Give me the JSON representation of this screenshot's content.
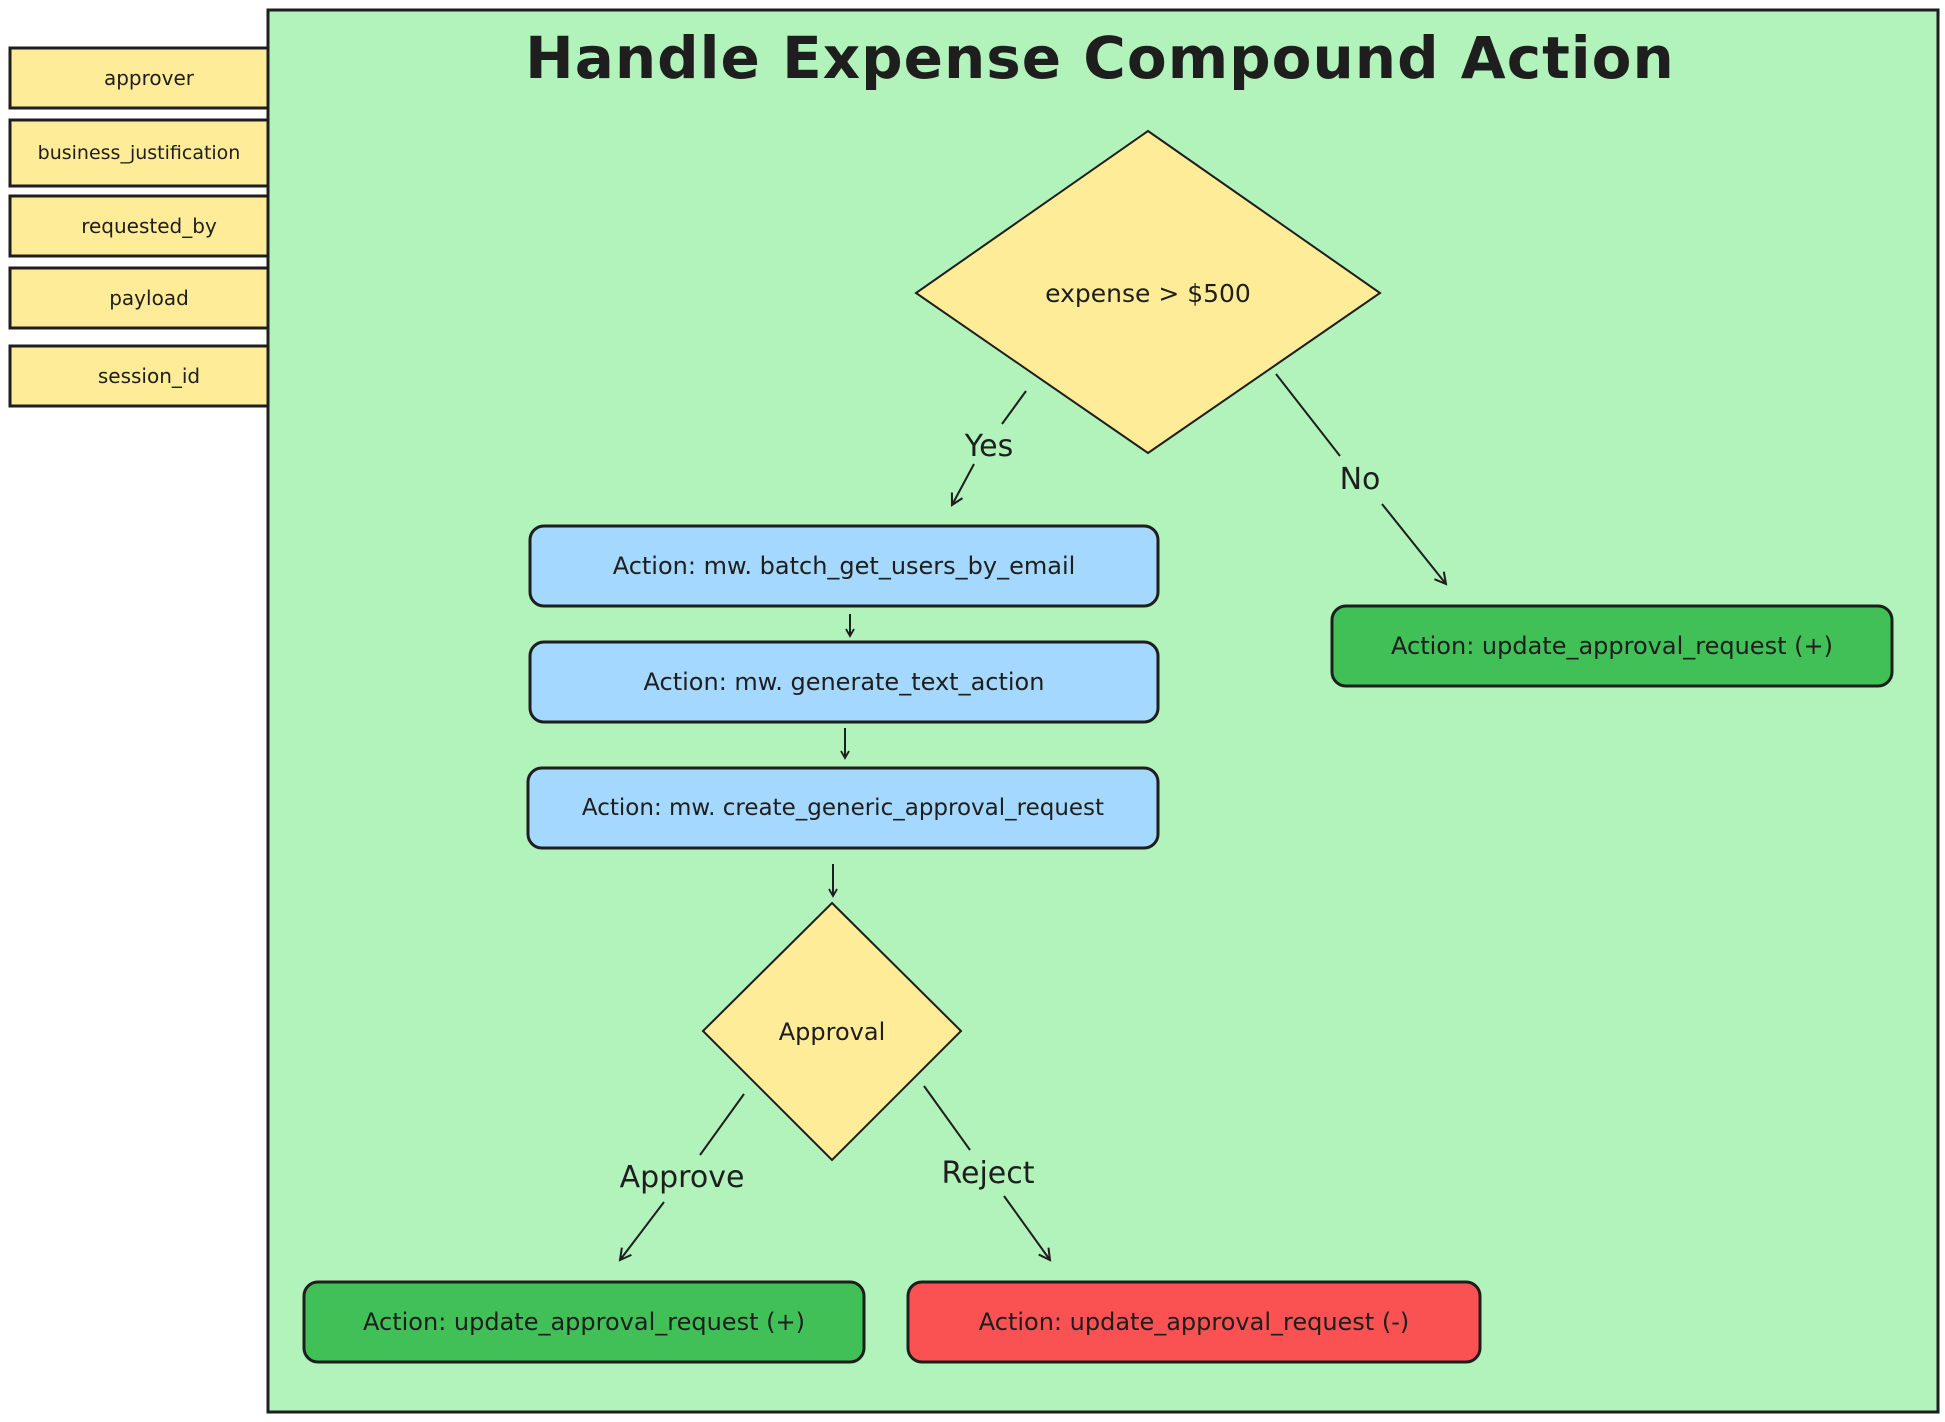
{
  "parameters": [
    "approver",
    "business_justification",
    "requested_by",
    "payload",
    "session_id"
  ],
  "title": "Handle Expense Compound Action",
  "decisions": {
    "expense": "expense > $500",
    "approval": "Approval"
  },
  "actions": {
    "batch_get_users": "Action: mw. batch_get_users_by_email",
    "generate_text": "Action: mw. generate_text_action",
    "create_approval": "Action: mw. create_generic_approval_request",
    "update_no": "Action: update_approval_request (+)",
    "update_approve": "Action: update_approval_request (+)",
    "update_reject": "Action: update_approval_request (-)"
  },
  "edges": {
    "yes": "Yes",
    "no": "No",
    "approve": "Approve",
    "reject": "Reject"
  },
  "colors": {
    "container": "#b2f2bb",
    "parameter": "#ffec99",
    "decision": "#ffec99",
    "action_step": "#a5d8ff",
    "action_positive": "#40c057",
    "action_negative": "#fa5252",
    "stroke": "#1e1e1e"
  }
}
